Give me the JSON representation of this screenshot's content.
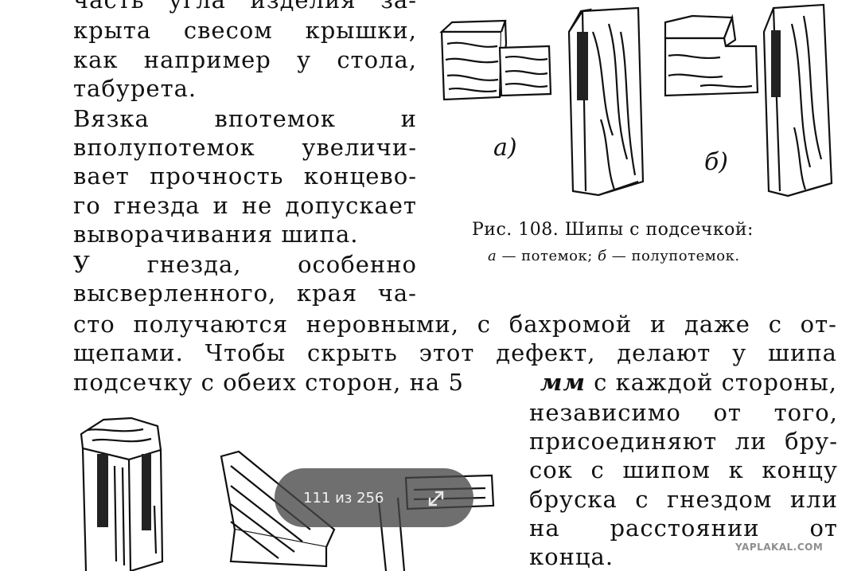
{
  "text": {
    "left": [
      [
        "часть",
        "угла",
        "изделия",
        "за-"
      ],
      [
        "крыта",
        "свесом",
        "крышки,"
      ],
      [
        "как",
        "например",
        "у",
        "стола,"
      ],
      [
        "табурета."
      ],
      [
        "Вязка",
        "впотемок",
        "и"
      ],
      [
        "вполупотемок",
        "увеличи-"
      ],
      [
        "вает",
        "прочность",
        "концево-"
      ],
      [
        "го",
        "гнезда",
        "и",
        "не",
        "допускает"
      ],
      [
        "выворачивания шипа."
      ],
      [
        "У",
        "гнезда,",
        "особенно"
      ],
      [
        "высверленного,",
        "края",
        "ча-"
      ]
    ],
    "full": [
      [
        "сто",
        "получаются",
        "неровными,",
        "с",
        "бахромой",
        "и",
        "даже",
        "с",
        "от-"
      ],
      [
        "щепами.",
        "Чтобы",
        "скрыть",
        "этот",
        "дефект,",
        "делают",
        "у",
        "шипа"
      ]
    ],
    "line3": {
      "before": "подсечку с обеих сторон, на 5 ",
      "unit": "мм",
      "after": " с каждой стороны,"
    },
    "right": [
      [
        "независимо",
        "от",
        "того,"
      ],
      [
        "присоединяют",
        "ли",
        "бру-"
      ],
      [
        "сок",
        "с",
        "шипом",
        "к",
        "концу"
      ],
      [
        "бруска",
        "с",
        "гнездом",
        "или"
      ],
      [
        "на",
        "расстоянии",
        "от"
      ],
      [
        "конца."
      ]
    ]
  },
  "figure": {
    "caption": "Рис. 108. Шипы с подсечкой:",
    "legend_a_letter": "а",
    "legend_a_text": " — потемок; ",
    "legend_b_letter": "б",
    "legend_b_text": " — полупотемок.",
    "label_a": "a)",
    "label_b": "б)"
  },
  "viewer": {
    "page_counter": "111 из 256",
    "expand_icon": "expand-icon"
  },
  "watermark": "YAPLAKAL.COM"
}
